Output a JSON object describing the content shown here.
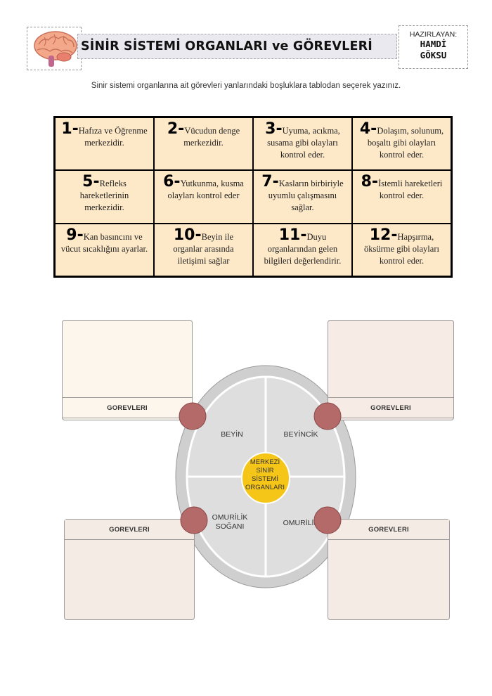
{
  "header": {
    "title": "SİNİR SİSTEMİ ORGANLARI ve GÖREVLERİ",
    "author_label": "HAZIRLAYAN:",
    "author_first": "HAMDİ",
    "author_last": "GÖKSU",
    "logo_icon": "brain-icon"
  },
  "instruction": "Sinir sistemi organlarına ait görevleri yanlarındaki boşluklara tablodan seçerek yazınız.",
  "tasks": [
    {
      "num": "1-",
      "text": "Hafıza ve Öğrenme merkezidir."
    },
    {
      "num": "2-",
      "text": "Vücudun denge merkezidir."
    },
    {
      "num": "3-",
      "text": "Uyuma, acıkma, susama gibi olayları kontrol eder."
    },
    {
      "num": "4-",
      "text": "Dolaşım, solunum, boşaltı gibi olayları kontrol eder."
    },
    {
      "num": "5-",
      "text": "Refleks hareketlerinin merkezidir."
    },
    {
      "num": "6-",
      "text": "Yutkunma, kusma olayları kontrol eder"
    },
    {
      "num": "7-",
      "text": "Kasların birbiriyle uyumlu çalışmasını sağlar."
    },
    {
      "num": "8-",
      "text": "İstemli hareketleri kontrol eder."
    },
    {
      "num": "9-",
      "text": "Kan basıncını ve vücut sıcaklığını ayarlar."
    },
    {
      "num": "10-",
      "text": "Beyin ile organlar arasında iletişimi sağlar"
    },
    {
      "num": "11-",
      "text": "Duyu organlarından gelen bilgileri değerlendirir."
    },
    {
      "num": "12-",
      "text": "Hapşırma, öksürme gibi olayları kontrol eder."
    }
  ],
  "diagram": {
    "center": "MERKEZİ SİNİR SİSTEMİ ORGANLARI",
    "organs": {
      "top_left": "BEYİN",
      "top_right": "BEYİNCİK",
      "bottom_left": "OMURİLİK SOĞANI",
      "bottom_right": "OMURİLİK"
    },
    "card_label": "GOREVLERI",
    "colors": {
      "top_left_card": "#fdf6ec",
      "top_right_card": "#f7ebe6",
      "bottom_card": "#f5ebe5",
      "connector": "#b56a6a",
      "center": "#f5c518",
      "oval_fill": "#dcdcdc",
      "oval_ring": "#c8c8c8"
    }
  }
}
